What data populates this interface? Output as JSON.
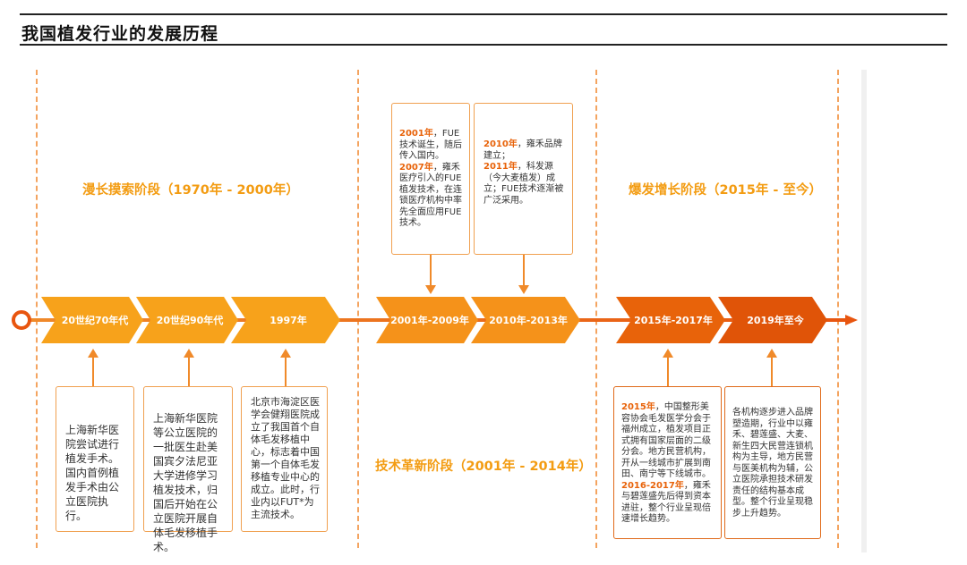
{
  "title": "我国植发行业的发展历程",
  "stages": {
    "s1": "漫长摸索阶段（1970年 - 2000年）",
    "s2": "技术革新阶段（2001年 - 2014年）",
    "s3": "爆发增长阶段（2015年 - 至今）"
  },
  "periods": [
    "20世纪70年代",
    "20世纪90年代",
    "1997年",
    "2001年-2009年",
    "2010年-2013年",
    "2015年-2017年",
    "2019年至今"
  ],
  "boxes": {
    "b1": "上海新华医院尝试进行植发手术。国内首例植发手术由公立医院执行。",
    "b2": "上海新华医院等公立医院的一批医生赴美国宾夕法尼亚大学进修学习植发技术，归国后开始在公立医院开展自体毛发移植手术。",
    "b3": "北京市海淀区医学会健翔医院成立了我国首个自体毛发移植中心，标志着中国第一个自体毛发移植专业中心的成立。此时，行业内以FUT*为主流技术。",
    "b4_y1": "2001年",
    "b4_t1": "，FUE技术诞生，随后传入国内。",
    "b4_y2": "2007年",
    "b4_t2": "，雍禾医疗引入的FUE植发技术，在连锁医疗机构中率先全面应用FUE技术。",
    "b5_y1": "2010年",
    "b5_t1": "，雍禾品牌建立；",
    "b5_y2": "2011年",
    "b5_t2": "，科发源（今大麦植发）成立；FUE技术逐渐被广泛采用。",
    "b6_y1": "2015年",
    "b6_t1": "，中国整形美容协会毛发医学分会于福州成立，植发项目正式拥有国家层面的二级分会。地方民营机构，开从一线城市扩展到南田、南宁等下线城市。",
    "b6_y2": "2016-2017年",
    "b6_t2": "，雍禾与碧莲盛先后得到资本进驻，整个行业呈现倍速增长趋势。",
    "b7": "各机构逐步进入品牌塑造期，行业中以雍禾、碧莲盛、大麦、新生四大民营连锁机构为主导，地方民营与医美机构为辅，公立医院承担技术研发责任的结构基本成型。整个行业呈现稳步上升趋势。"
  },
  "colors": {
    "chev_light": "#f7a21b",
    "chev_mid": "#f5921a",
    "chev_dark": "#e8630a",
    "chev_darker": "#e05408",
    "line": "#e8550f"
  }
}
